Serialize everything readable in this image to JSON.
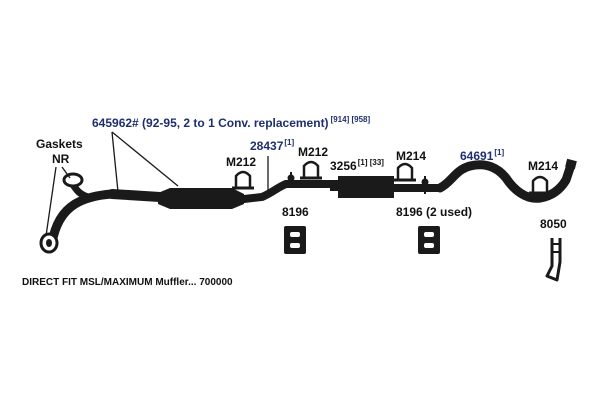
{
  "colors": {
    "part": "#1a1a1a",
    "label": "#111111",
    "part_number": "#1f2f6e",
    "background": "#ffffff"
  },
  "labels": {
    "gaskets": "Gaskets",
    "nr": "NR",
    "converter_pipe": "645962# (92-95, 2 to 1 Conv. replacement)",
    "converter_pipe_refs": "[914] [958]",
    "pipe_28437": "28437",
    "pipe_28437_ref": "[1]",
    "clamp_m212_a": "M212",
    "clamp_m212_b": "M212",
    "muffler": "3256",
    "muffler_refs": "[1] [33]",
    "clamp_m214_a": "M214",
    "tailpipe": "64691",
    "tailpipe_ref": "[1]",
    "clamp_m214_b": "M214",
    "hanger_8196_a": "8196",
    "hanger_8196_b": "8196 (2 used)",
    "hanger_8050": "8050",
    "footer_note": "DIRECT FIT MSL/MAXIMUM Muffler... 700000"
  }
}
